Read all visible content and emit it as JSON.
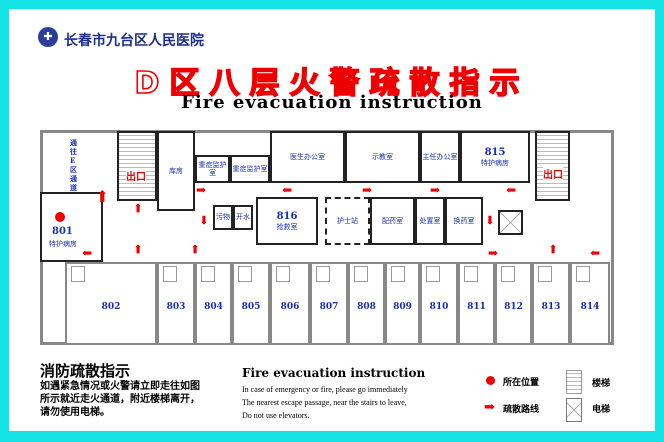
{
  "header": {
    "hospital": "长春市九台区人民医院",
    "title": "D区八层火警疏散指示",
    "subtitle": "Fire evacuation instruction"
  },
  "plan": {
    "passage_label": "通往E区通道",
    "exit_label": "出口",
    "rooms_top": [
      {
        "name": "库房"
      },
      {
        "name": "重症监护室"
      },
      {
        "name": "重症监护室"
      },
      {
        "name": "医生办公室"
      },
      {
        "name": "示教室"
      },
      {
        "name": "主任办公室"
      },
      {
        "number": "815",
        "name": "特护病房"
      }
    ],
    "rooms_mid": [
      {
        "name": "污物"
      },
      {
        "name": "开水"
      },
      {
        "number": "816",
        "name": "抢救室"
      },
      {
        "name": "护士站"
      },
      {
        "name": "配药室"
      },
      {
        "name": "处置室"
      },
      {
        "name": "换药室"
      }
    ],
    "room_801": {
      "number": "801",
      "name": "特护病房"
    },
    "rooms_bottom": [
      "802",
      "803",
      "804",
      "805",
      "806",
      "807",
      "808",
      "809",
      "810",
      "811",
      "812",
      "813",
      "814"
    ]
  },
  "legend": {
    "cn_title": "消防疏散指示",
    "cn_lines": [
      "如遇紧急情况或火警请立即走往如图",
      "所示就近走火通道，附近楼梯离开，",
      "请勿使用电梯。"
    ],
    "en_title": "Fire evacuation instruction",
    "en_lines": [
      "In case of emergency or fire, please go immediately",
      "The nearest escape passage, near the stairs to leave,",
      "Do not use elevators."
    ],
    "you_are_here": "所在位置",
    "route": "疏散路线",
    "stairs": "楼梯",
    "elevator": "电梯"
  },
  "colors": {
    "border": "#14e3e6",
    "accent": "#e00000",
    "room_text": "#1a2fb0"
  }
}
